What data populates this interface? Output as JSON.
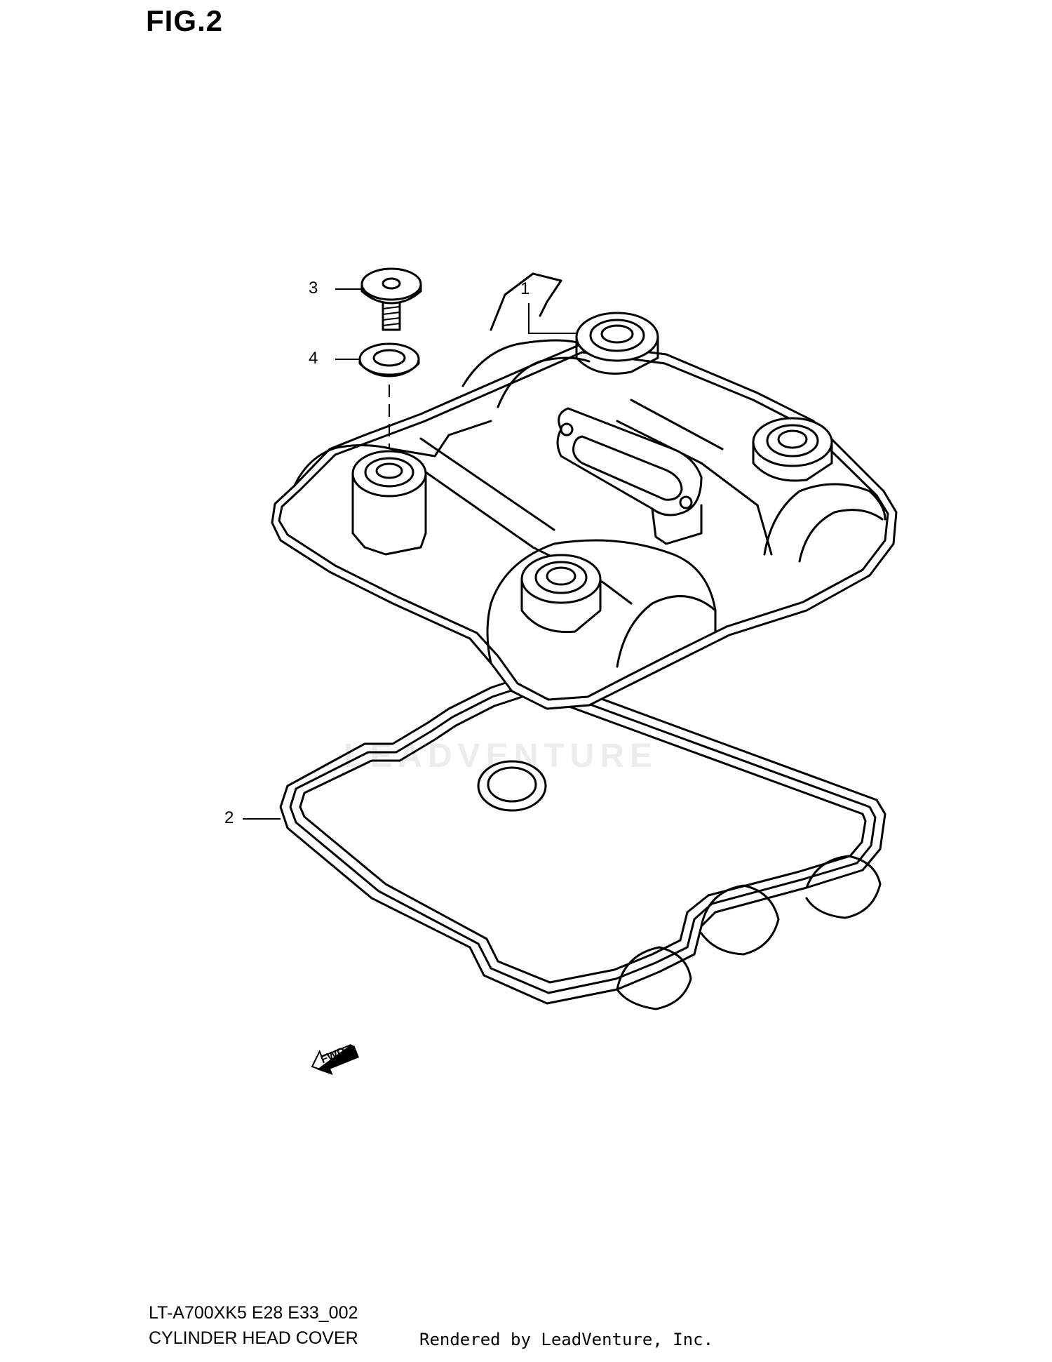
{
  "figure": {
    "title": "FIG.2",
    "watermark": "LEADVENTURE",
    "callouts": [
      {
        "number": "1"
      },
      {
        "number": "2"
      },
      {
        "number": "3"
      },
      {
        "number": "4"
      }
    ],
    "direction_arrow_label": "FWD"
  },
  "footer": {
    "diagram_code": "LT-A700XK5 E28 E33_002",
    "diagram_name": "CYLINDER HEAD COVER",
    "credit": "Rendered by LeadVenture, Inc."
  }
}
